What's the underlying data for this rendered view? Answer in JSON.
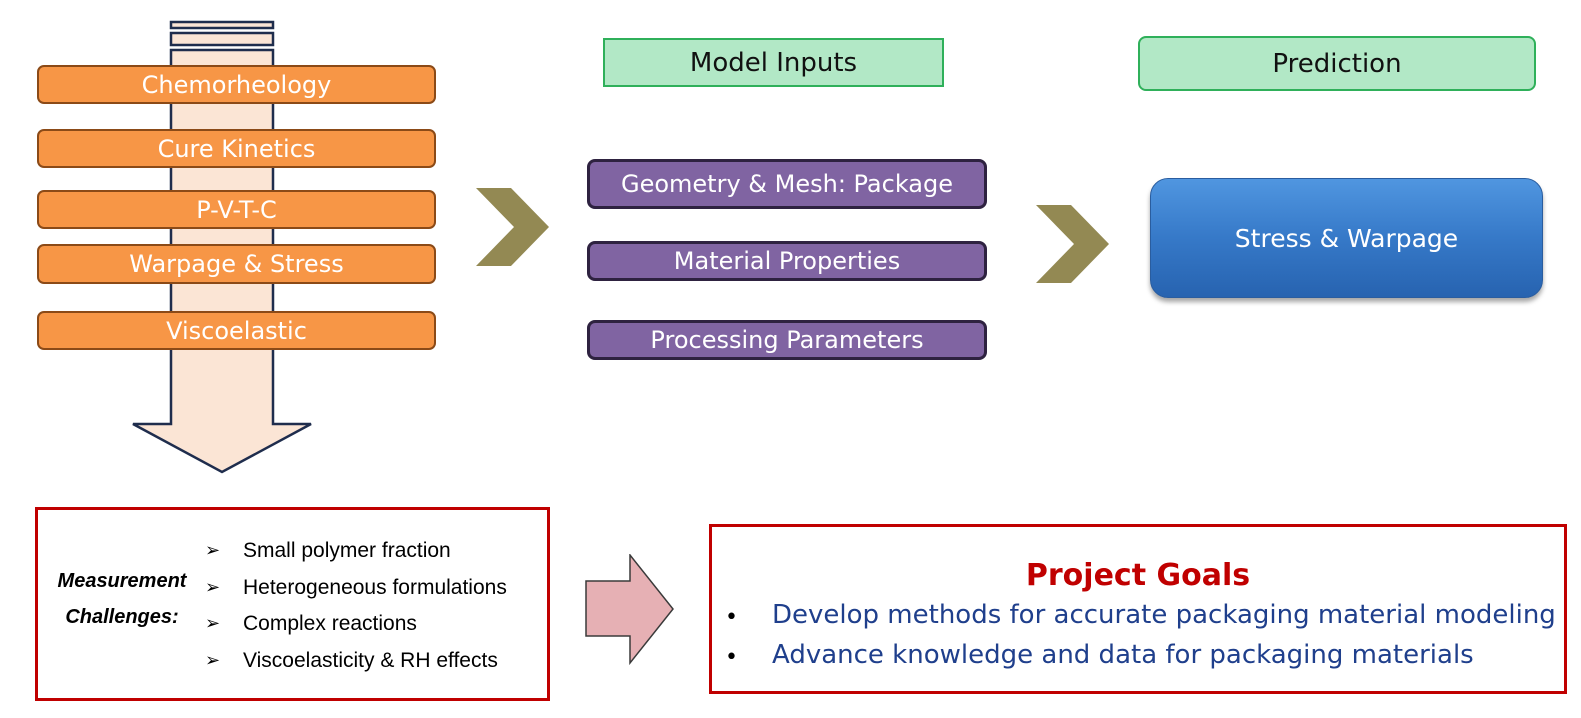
{
  "layers": [
    {
      "label": "Chemorheology"
    },
    {
      "label": "Cure Kinetics"
    },
    {
      "label": "P-V-T-C"
    },
    {
      "label": "Warpage & Stress"
    },
    {
      "label": "Viscoelastic"
    }
  ],
  "model_inputs": {
    "header": "Model Inputs",
    "items": [
      "Geometry & Mesh: Package",
      "Material Properties",
      "Processing Parameters"
    ]
  },
  "prediction": {
    "header": "Prediction",
    "result": "Stress & Warpage"
  },
  "challenges": {
    "label_line1": "Measurement",
    "label_line2": "Challenges:",
    "bullet": "➢",
    "items": [
      "Small polymer fraction",
      "Heterogeneous formulations",
      "Complex reactions",
      "Viscoelasticity & RH effects"
    ]
  },
  "goals": {
    "title": "Project Goals",
    "bullet": "•",
    "items": [
      "Develop methods for accurate packaging material modeling",
      "Advance knowledge and data for packaging materials"
    ]
  },
  "colors": {
    "orange": "#f79646",
    "purple": "#8064a2",
    "green": "#b2e8c6",
    "blue": "#3679c8",
    "olive": "#938953",
    "red": "#c00000",
    "pink": "#e6b0b4",
    "navy_text": "#1f3f8c"
  }
}
